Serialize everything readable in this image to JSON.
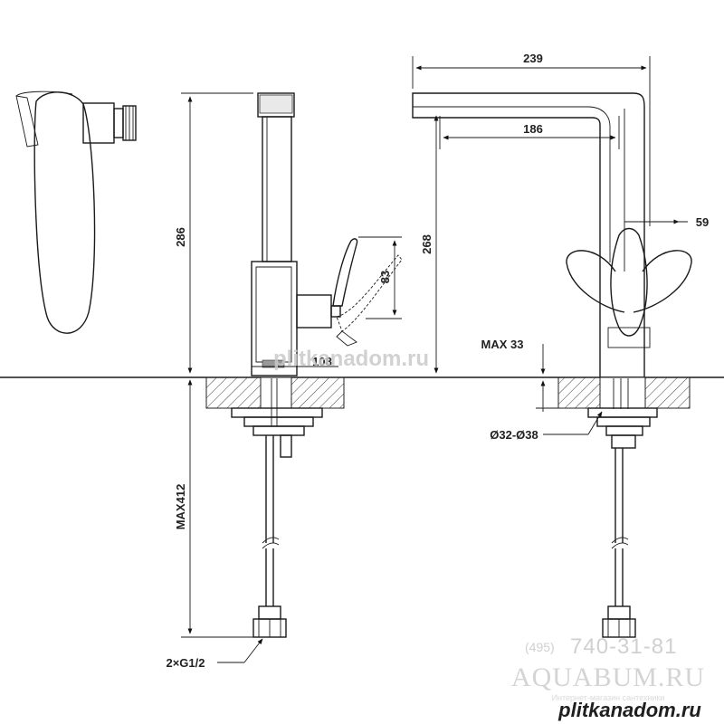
{
  "dimensions": {
    "top_width": "239",
    "spout_reach": "186",
    "handle_offset": "59",
    "side_height": "268",
    "overall_height": "286",
    "handle_height": "83",
    "base_depth": "108",
    "max_thickness": "MAX 33",
    "hole_diameter": "Ø32-Ø38",
    "hose_length": "MAX412",
    "connection": "2×G1/2"
  },
  "watermarks": {
    "site_overlay": "plitkanadom.ru",
    "site_corner": "plitkanadom.ru",
    "phone_prefix": "(495)",
    "phone": "740-31-81",
    "brand": "AQUABUM.RU",
    "small_text": "Интернет-магазин сантехники"
  }
}
